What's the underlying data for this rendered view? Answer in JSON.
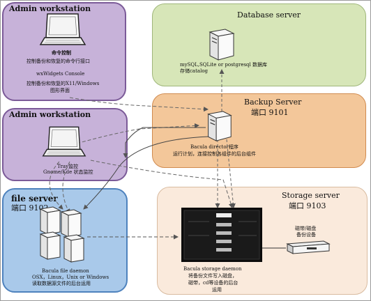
{
  "admin_top": {
    "title": "Admin workstation",
    "label1": "命令控制",
    "label2": "控制备份和恢复的命令行接口",
    "label3": "wxWidgets Console",
    "label4": "控制备份和恢复的X11/Windows",
    "label5": "图形界面"
  },
  "database": {
    "title": "Database server",
    "line1": "mySQL,SQLite or postgresql 数据库",
    "line2": "存储catalog"
  },
  "backup": {
    "title": "Backup Server",
    "port": "端口 9101",
    "line1": "Bacula director程序",
    "line2": "运行计划，连接控制各组件的后台组件"
  },
  "admin_mid": {
    "title": "Admin workstation",
    "line1": "Tray监控",
    "line2": "Gnome/Kde 状态监控"
  },
  "file_server": {
    "title": "file server",
    "port": "端口 9102",
    "line1": "Bacula file daemon",
    "line2": "OSX，Linux，Unix or Windows",
    "line3": "读取数据源文件的后台运用"
  },
  "storage": {
    "title": "Storage server",
    "port": "端口 9103",
    "device1": "磁带/磁盘",
    "device2": "备份设备",
    "line1": "Bacula storage daemon",
    "line2": "将备份文件写入磁盘，",
    "line3": "磁带，cd等设备的后台",
    "line4": "运用"
  },
  "colors": {
    "admin_panel": "#c7b2d9",
    "database_panel": "#d7e6b8",
    "backup_panel": "#f3c79a",
    "file_panel": "#a9c9ea",
    "storage_panel": "#faeadc"
  }
}
